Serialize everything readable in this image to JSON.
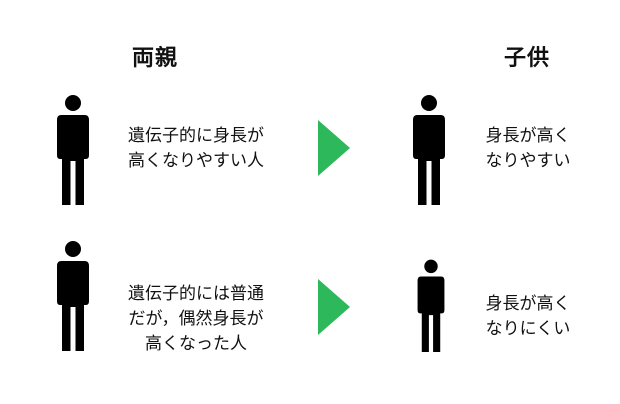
{
  "headings": {
    "parents": "両親",
    "child": "子供"
  },
  "colors": {
    "arrow": "#2eb85c",
    "figure": "#000000"
  },
  "rows": [
    {
      "parent_text": [
        "遺伝子的に身長が",
        "高くなりやすい人"
      ],
      "child_text": [
        "身長が高く",
        "なりやすい"
      ]
    },
    {
      "parent_text": [
        "遺伝子的には普通",
        "だが，偶然身長が",
        "高くなった人"
      ],
      "child_text": [
        "身長が高く",
        "なりにくい"
      ]
    }
  ],
  "icons": {
    "figure": "person-icon",
    "arrow": "triangle-right-icon"
  }
}
